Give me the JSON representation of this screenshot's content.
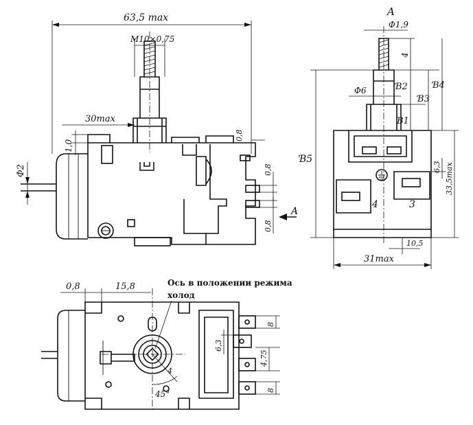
{
  "views": {
    "front": {
      "overall_width": "63,5 max",
      "thread": "M10×0,75",
      "shaft_length": "30max",
      "offset_top": "1,0",
      "tube_dia": "Φ2",
      "pin_upper": "0,8",
      "pin_mid": "0,8",
      "pin_lower": "0,8",
      "arrow_label": "A"
    },
    "side_a": {
      "title": "A",
      "tip_dia": "Φ1,9",
      "tip_len": "4",
      "b2": "Ɓ2",
      "b4": "Ɓ4",
      "shaft_dia": "Φ6",
      "b3": "Ɓ3",
      "b1": "Ɓ1",
      "b5": "Ɓ5",
      "offset": "6,3",
      "height": "33,5max",
      "terminal_4": "4",
      "terminal_3": "3",
      "pin_offset": "10,5",
      "width": "31max"
    },
    "top": {
      "left_gap": "0,8",
      "shaft_pos": "15,8",
      "note_line1": "Ось в положении режима",
      "note_line2": "холод",
      "pin_8a": "8",
      "pin_63": "6,3",
      "pin_475": "4,75",
      "pin_8b": "8",
      "arc_4": "4",
      "angle": "45°"
    }
  }
}
